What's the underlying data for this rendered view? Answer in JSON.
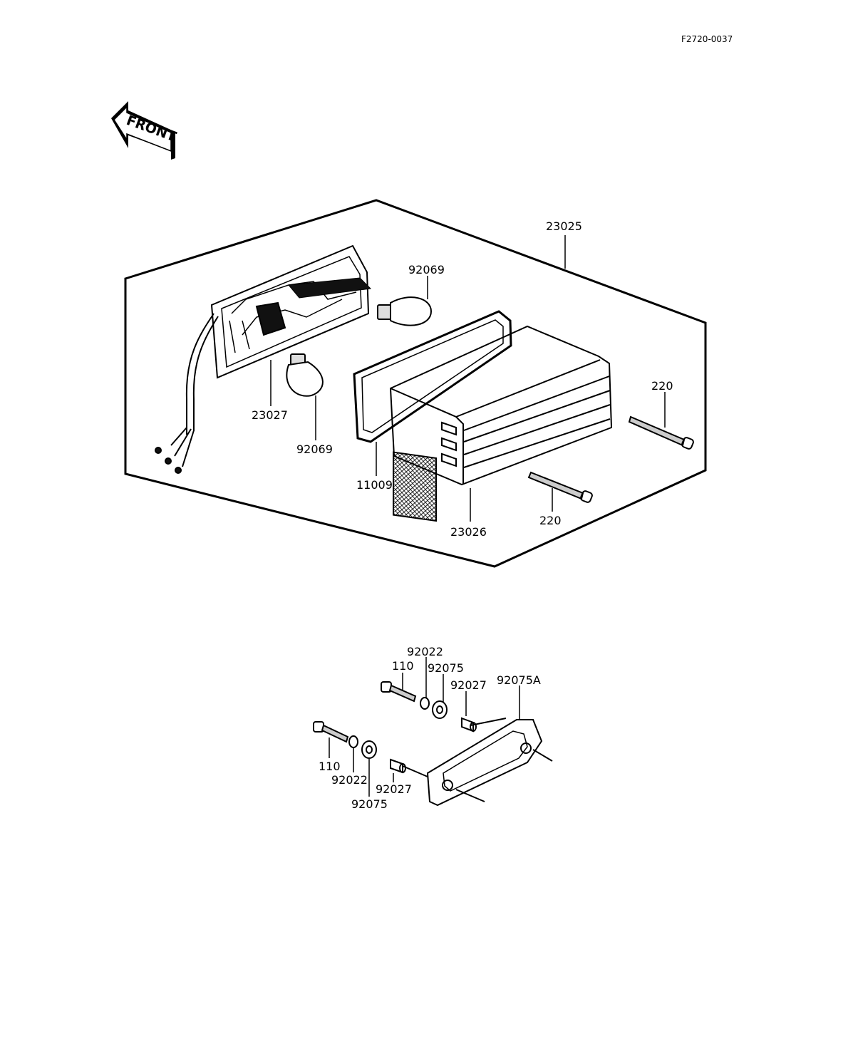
{
  "drawing_id": "F2720-0037",
  "front_arrow_text": "FRONT",
  "parts": {
    "taillight_assy": "23025",
    "bulb_upper": "92069",
    "bulb_lower": "92069",
    "lens_housing": "23027",
    "gasket": "11009",
    "lens_cover": "23026",
    "screw_upper": "220",
    "screw_lower": "220"
  },
  "bracket_parts": {
    "bolt_upper": "110",
    "washer_upper": "92022",
    "damper_upper": "92075",
    "collar_upper": "92027",
    "bracket": "92075A",
    "bolt_lower": "110",
    "washer_lower": "92022",
    "damper_lower": "92075",
    "collar_lower": "92027"
  }
}
